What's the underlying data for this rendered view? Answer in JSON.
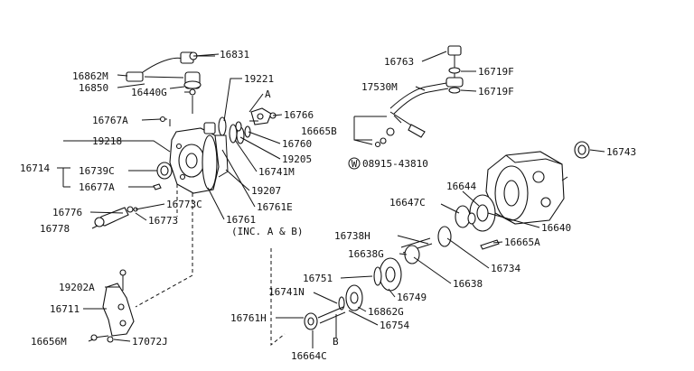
{
  "labels": {
    "p16831": "16831",
    "p16862M": "16862M",
    "p16850": "16850",
    "p16440G": "16440G",
    "p19221": "19221",
    "pA1": "A",
    "p16766": "16766",
    "p16767A": "16767A",
    "p16760": "16760",
    "p19218": "19218",
    "p19205": "19205",
    "p16741M": "16741M",
    "p16714": "16714",
    "p16739C": "16739C",
    "p16677A": "16677A",
    "p19207": "19207",
    "p16761E": "16761E",
    "p16773C": "16773C",
    "p16776": "16776",
    "p16773": "16773",
    "p16761": "16761",
    "inc": "(INC. A & B)",
    "p16778": "16778",
    "p16763": "16763",
    "p16719F_1": "16719F",
    "p17530M": "17530M",
    "p16719F_2": "16719F",
    "p16665B": "16665B",
    "p08915": "08915-43810",
    "p16743": "16743",
    "p16644": "16644",
    "p16647C": "16647C",
    "p16640": "16640",
    "p16738H": "16738H",
    "p16665A": "16665A",
    "p16638G": "16638G",
    "p16734": "16734",
    "p16751": "16751",
    "p16638": "16638",
    "p16741N": "16741N",
    "p16749": "16749",
    "p19202A": "19202A",
    "p16862G": "16862G",
    "p16711": "16711",
    "p16761H": "16761H",
    "p16754": "16754",
    "p16656M": "16656M",
    "p17072J": "17072J",
    "pB": "B",
    "p16664C": "16664C",
    "washer_mark": "W"
  }
}
